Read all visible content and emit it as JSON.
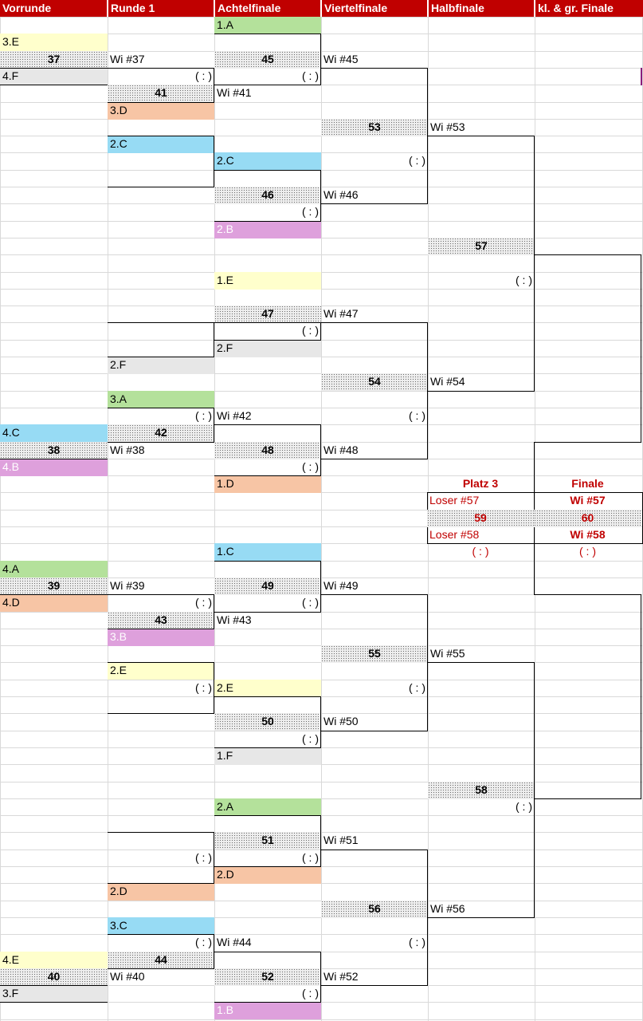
{
  "headers": [
    "Vorrunde",
    "Runde 1",
    "Achtelfinale",
    "Viertelfinale",
    "Halbfinale",
    "kl. & gr. Finale"
  ],
  "palette": {
    "header": "#c00000",
    "yellow": "#ffffcc",
    "gray": "#e7e7e7",
    "green": "#b4e19b",
    "salmon": "#f7c5a5",
    "blue": "#97dbf4",
    "pink": "#dea0dc",
    "final_red": "#c00000"
  },
  "teams": [
    {
      "id": "t01",
      "label": "3.E",
      "col": 0,
      "row": 2,
      "color": "yellow"
    },
    {
      "id": "t02",
      "label": "4.F",
      "col": 0,
      "row": 4,
      "color": "gray"
    },
    {
      "id": "t03",
      "label": "4.C",
      "col": 0,
      "row": 25,
      "color": "blue"
    },
    {
      "id": "t04",
      "label": "4.B",
      "col": 0,
      "row": 27,
      "color": "pink"
    },
    {
      "id": "t05",
      "label": "4.A",
      "col": 0,
      "row": 33,
      "color": "green"
    },
    {
      "id": "t06",
      "label": "4.D",
      "col": 0,
      "row": 35,
      "color": "salmon"
    },
    {
      "id": "t07",
      "label": "4.E",
      "col": 0,
      "row": 56,
      "color": "yellow"
    },
    {
      "id": "t08",
      "label": "3.F",
      "col": 0,
      "row": 58,
      "color": "gray"
    },
    {
      "id": "t09",
      "label": "3.D",
      "col": 1,
      "row": 6,
      "color": "salmon"
    },
    {
      "id": "t10",
      "label": "2.C",
      "col": 1,
      "row": 8,
      "color": "blue"
    },
    {
      "id": "t11",
      "label": "2.F",
      "col": 1,
      "row": 21,
      "color": "gray"
    },
    {
      "id": "t12",
      "label": "3.A",
      "col": 1,
      "row": 23,
      "color": "green"
    },
    {
      "id": "t13",
      "label": "3.B",
      "col": 1,
      "row": 37,
      "color": "pink"
    },
    {
      "id": "t14",
      "label": "2.E",
      "col": 1,
      "row": 39,
      "color": "yellow"
    },
    {
      "id": "t15",
      "label": "2.D",
      "col": 1,
      "row": 52,
      "color": "salmon"
    },
    {
      "id": "t16",
      "label": "3.C",
      "col": 1,
      "row": 54,
      "color": "blue"
    },
    {
      "id": "t17",
      "label": "1.A",
      "col": 2,
      "row": 1,
      "color": "green"
    },
    {
      "id": "t18",
      "label": "2.C",
      "col": 2,
      "row": 9,
      "color": "blue"
    },
    {
      "id": "t19",
      "label": "2.B",
      "col": 2,
      "row": 13,
      "color": "pink"
    },
    {
      "id": "t20",
      "label": "1.E",
      "col": 2,
      "row": 16,
      "color": "yellow"
    },
    {
      "id": "t21",
      "label": "2.F",
      "col": 2,
      "row": 20,
      "color": "gray"
    },
    {
      "id": "t22",
      "label": "1.D",
      "col": 2,
      "row": 28,
      "color": "salmon"
    },
    {
      "id": "t23",
      "label": "1.C",
      "col": 2,
      "row": 32,
      "color": "blue"
    },
    {
      "id": "t24",
      "label": "2.E",
      "col": 2,
      "row": 40,
      "color": "yellow"
    },
    {
      "id": "t25",
      "label": "1.F",
      "col": 2,
      "row": 44,
      "color": "gray"
    },
    {
      "id": "t26",
      "label": "2.A",
      "col": 2,
      "row": 47,
      "color": "green"
    },
    {
      "id": "t27",
      "label": "2.D",
      "col": 2,
      "row": 51,
      "color": "salmon"
    },
    {
      "id": "t28",
      "label": "1.B",
      "col": 2,
      "row": 59,
      "color": "pink"
    }
  ],
  "matches": [
    {
      "num": "37",
      "col": 0,
      "row": 3
    },
    {
      "num": "38",
      "col": 0,
      "row": 26
    },
    {
      "num": "39",
      "col": 0,
      "row": 34
    },
    {
      "num": "40",
      "col": 0,
      "row": 57
    },
    {
      "num": "41",
      "col": 1,
      "row": 5
    },
    {
      "num": "42",
      "col": 1,
      "row": 25
    },
    {
      "num": "43",
      "col": 1,
      "row": 36
    },
    {
      "num": "44",
      "col": 1,
      "row": 56
    },
    {
      "num": "45",
      "col": 2,
      "row": 3
    },
    {
      "num": "46",
      "col": 2,
      "row": 11
    },
    {
      "num": "47",
      "col": 2,
      "row": 18
    },
    {
      "num": "48",
      "col": 2,
      "row": 26
    },
    {
      "num": "49",
      "col": 2,
      "row": 34
    },
    {
      "num": "50",
      "col": 2,
      "row": 42
    },
    {
      "num": "51",
      "col": 2,
      "row": 49
    },
    {
      "num": "52",
      "col": 2,
      "row": 57
    },
    {
      "num": "53",
      "col": 3,
      "row": 7
    },
    {
      "num": "54",
      "col": 3,
      "row": 22
    },
    {
      "num": "55",
      "col": 3,
      "row": 38
    },
    {
      "num": "56",
      "col": 3,
      "row": 53
    },
    {
      "num": "57",
      "col": 4,
      "row": 14
    },
    {
      "num": "58",
      "col": 4,
      "row": 46
    }
  ],
  "winners": [
    {
      "label": "Wi #37",
      "col": 1,
      "row": 3
    },
    {
      "label": "Wi #38",
      "col": 1,
      "row": 26
    },
    {
      "label": "Wi #39",
      "col": 1,
      "row": 34
    },
    {
      "label": "Wi #40",
      "col": 1,
      "row": 57
    },
    {
      "label": "Wi #41",
      "col": 2,
      "row": 5
    },
    {
      "label": "Wi #42",
      "col": 2,
      "row": 24
    },
    {
      "label": "Wi #43",
      "col": 2,
      "row": 36
    },
    {
      "label": "Wi #44",
      "col": 2,
      "row": 55
    },
    {
      "label": "Wi #45",
      "col": 3,
      "row": 3
    },
    {
      "label": "Wi #46",
      "col": 3,
      "row": 11
    },
    {
      "label": "Wi #47",
      "col": 3,
      "row": 18
    },
    {
      "label": "Wi #48",
      "col": 3,
      "row": 26
    },
    {
      "label": "Wi #49",
      "col": 3,
      "row": 34
    },
    {
      "label": "Wi #50",
      "col": 3,
      "row": 42
    },
    {
      "label": "Wi #51",
      "col": 3,
      "row": 49
    },
    {
      "label": "Wi #52",
      "col": 3,
      "row": 57
    },
    {
      "label": "Wi #53",
      "col": 4,
      "row": 7
    },
    {
      "label": "Wi #54",
      "col": 4,
      "row": 22
    },
    {
      "label": "Wi #55",
      "col": 4,
      "row": 38
    },
    {
      "label": "Wi #56",
      "col": 4,
      "row": 53
    }
  ],
  "scores": [
    {
      "col": 1,
      "row": 4
    },
    {
      "col": 1,
      "row": 24
    },
    {
      "col": 1,
      "row": 35
    },
    {
      "col": 1,
      "row": 40
    },
    {
      "col": 1,
      "row": 50
    },
    {
      "col": 1,
      "row": 55
    },
    {
      "col": 2,
      "row": 4
    },
    {
      "col": 2,
      "row": 12
    },
    {
      "col": 2,
      "row": 19
    },
    {
      "col": 2,
      "row": 27
    },
    {
      "col": 2,
      "row": 35
    },
    {
      "col": 2,
      "row": 43
    },
    {
      "col": 2,
      "row": 50
    },
    {
      "col": 2,
      "row": 58
    },
    {
      "col": 3,
      "row": 9
    },
    {
      "col": 3,
      "row": 24
    },
    {
      "col": 3,
      "row": 40
    },
    {
      "col": 3,
      "row": 55
    },
    {
      "col": 4,
      "row": 16
    },
    {
      "col": 4,
      "row": 47
    }
  ],
  "score_text": "( : )",
  "finals": {
    "third_place": {
      "title": "Platz 3",
      "top": "Loser #57",
      "num": "59",
      "bottom": "Loser #58",
      "score": "( : )"
    },
    "final": {
      "title": "Finale",
      "top": "Wi #57",
      "num": "60",
      "bottom": "Wi #58",
      "score": "( : )"
    }
  }
}
